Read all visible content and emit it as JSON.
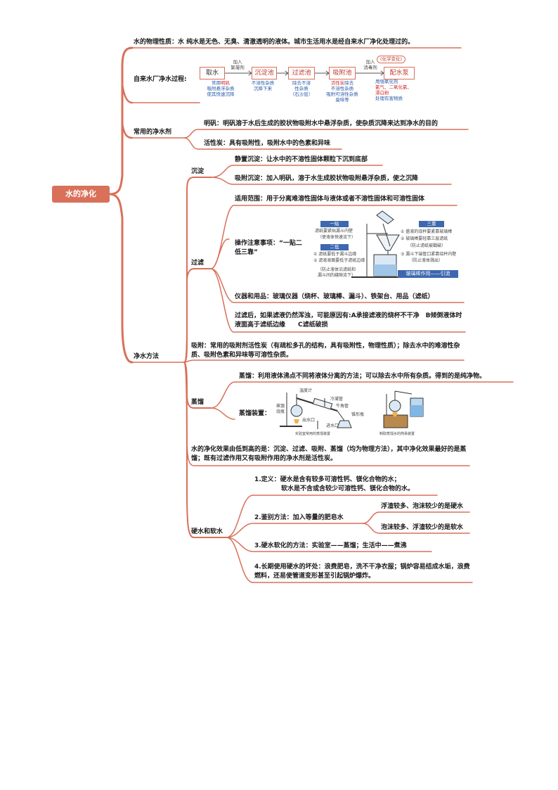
{
  "root": "水的净化",
  "physical": "水的物理性质：水 纯水是无色、无臭、清澈透明的液体。城市生活用水是经自来水厂净化处理过的。",
  "plant": {
    "label": "自来水厂净水过程:",
    "steps": [
      "取水",
      "沉淀池",
      "过滤池",
      "吸附池",
      "配水泵"
    ],
    "add1": "加入\n絮凝剂",
    "add2": "加入\n消毒剂",
    "tag": "(化学变化)",
    "notes": [
      {
        "lines": [
          "常用",
          "吸附悬浮杂质",
          "使其快速沉降"
        ],
        "red": "明矾"
      },
      {
        "lines": [
          "不溶性杂质",
          "沉降下来"
        ]
      },
      {
        "lines": [
          "除去不溶",
          "性杂质",
          "（石沙层）"
        ]
      },
      {
        "lines": [
          "除去",
          "不溶性杂质",
          "吸附可溶性杂质",
          "臭味等"
        ],
        "red": "活性炭"
      },
      {
        "lines": [
          "用强氧化剂",
          "氯气、二氧化氯、",
          "漂白粉",
          "处理有害物质"
        ]
      }
    ]
  },
  "agents": {
    "label": "常用的净水剂",
    "alum": "明矾：明矾溶于水后生成的胶状物吸附水中悬浮杂质，使杂质沉降来达到净水的目的",
    "carbon": "活性炭：具有吸附性，吸附水中的色素和异味"
  },
  "methods": {
    "label": "净水方法",
    "sed": {
      "label": "沉淀",
      "static": "静置沉淀：让水中的不溶性固体颗粒下沉到底部",
      "adsorb": "吸附沉淀：加入明矾，溶于水生成胶状物吸附悬浮杂质，使之沉降"
    },
    "filt": {
      "label": "过滤",
      "scope": "适用范围：用于分离难溶性固体与液体或者不溶性固体和可溶性固体",
      "ops": "操作注意事项：“一贴二低三靠”",
      "yitie": "一贴",
      "yitie_t": "滤纸要紧贴漏斗内壁",
      "yitie_n": "（使液体快速流下）",
      "erdi": "二低",
      "erdi_1": "① 滤纸要低于漏斗边缘",
      "erdi_2": "② 滤液液面要低于滤纸边缘",
      "erdi_n1": "（防止液体沿滤纸和",
      "erdi_n2": "漏斗间的缝隙流下）",
      "sankao": "三靠",
      "sankao_1": "① 盛液的烧杯要紧靠玻璃棒",
      "sankao_2": "② 玻璃棒要轻靠三层滤纸",
      "sankao_n": "（防止滤纸被戳破）",
      "sankao_3": "③ 漏斗下端管口紧靠烧杯内壁",
      "sankao_n2": "（防止液体溅出）",
      "glass": "玻璃棒作用——引流",
      "apparatus": "仪器和用品：玻璃仪器（烧杯、玻璃棒、漏斗）、铁架台、用品（滤纸）",
      "turbid": "过滤后，如果滤液仍然浑浊，可能原因有:A承接滤液的烧杯不干净　B倾倒液体时液面高于滤纸边缘　　C滤纸破损"
    },
    "adsorption": "吸附：常用的吸附剂活性炭（有疏松多孔的结构，具有吸附性，物理性质）；除去水中的难溶性杂质、吸附色素和异味等可溶性杂质。",
    "dist": {
      "label": "蒸馏",
      "def": "蒸馏：利用液体沸点不同将液体分离的方法；可以除去水中所有杂质。得到的是纯净物。",
      "device": "蒸馏装置：",
      "labels": [
        "温度计",
        "蒸馏烧瓶",
        "冷凝管",
        "牛角管",
        "锥形瓶",
        "出水口",
        "进水口"
      ],
      "cap1": "实验室常用的蒸馏装置",
      "cap2": "制取蒸馏水的简易装置"
    },
    "order": "水的净化效果由低到高的是：沉淀、过滤、吸附、蒸馏（均为物理方法），其中净化效果最好的是蒸馏；既有过滤作用又有吸附作用的净水剂是活性炭。",
    "hard": {
      "label": "硬水和软水",
      "def1": "1.定义：硬水是含有较多可溶性钙、镁化合物的水；",
      "def2": "软水是不含或含较少可溶性钙、镁化合物的水。",
      "identify": "2.鉴别方法：加入等量的肥皂水",
      "hard_res": "浮渣较多、泡沫较少的是硬水",
      "soft_res": "泡沫较多、浮渣较少的是软水",
      "soften": "3.硬水软化的方法：实验室——蒸馏；生活中——煮沸",
      "harm": "4.长期使用硬水的坏处：浪费肥皂，洗不干净衣服；锅炉容易结成水垢，浪费燃料，还易使管道变形甚至引起锅炉爆炸。"
    }
  }
}
